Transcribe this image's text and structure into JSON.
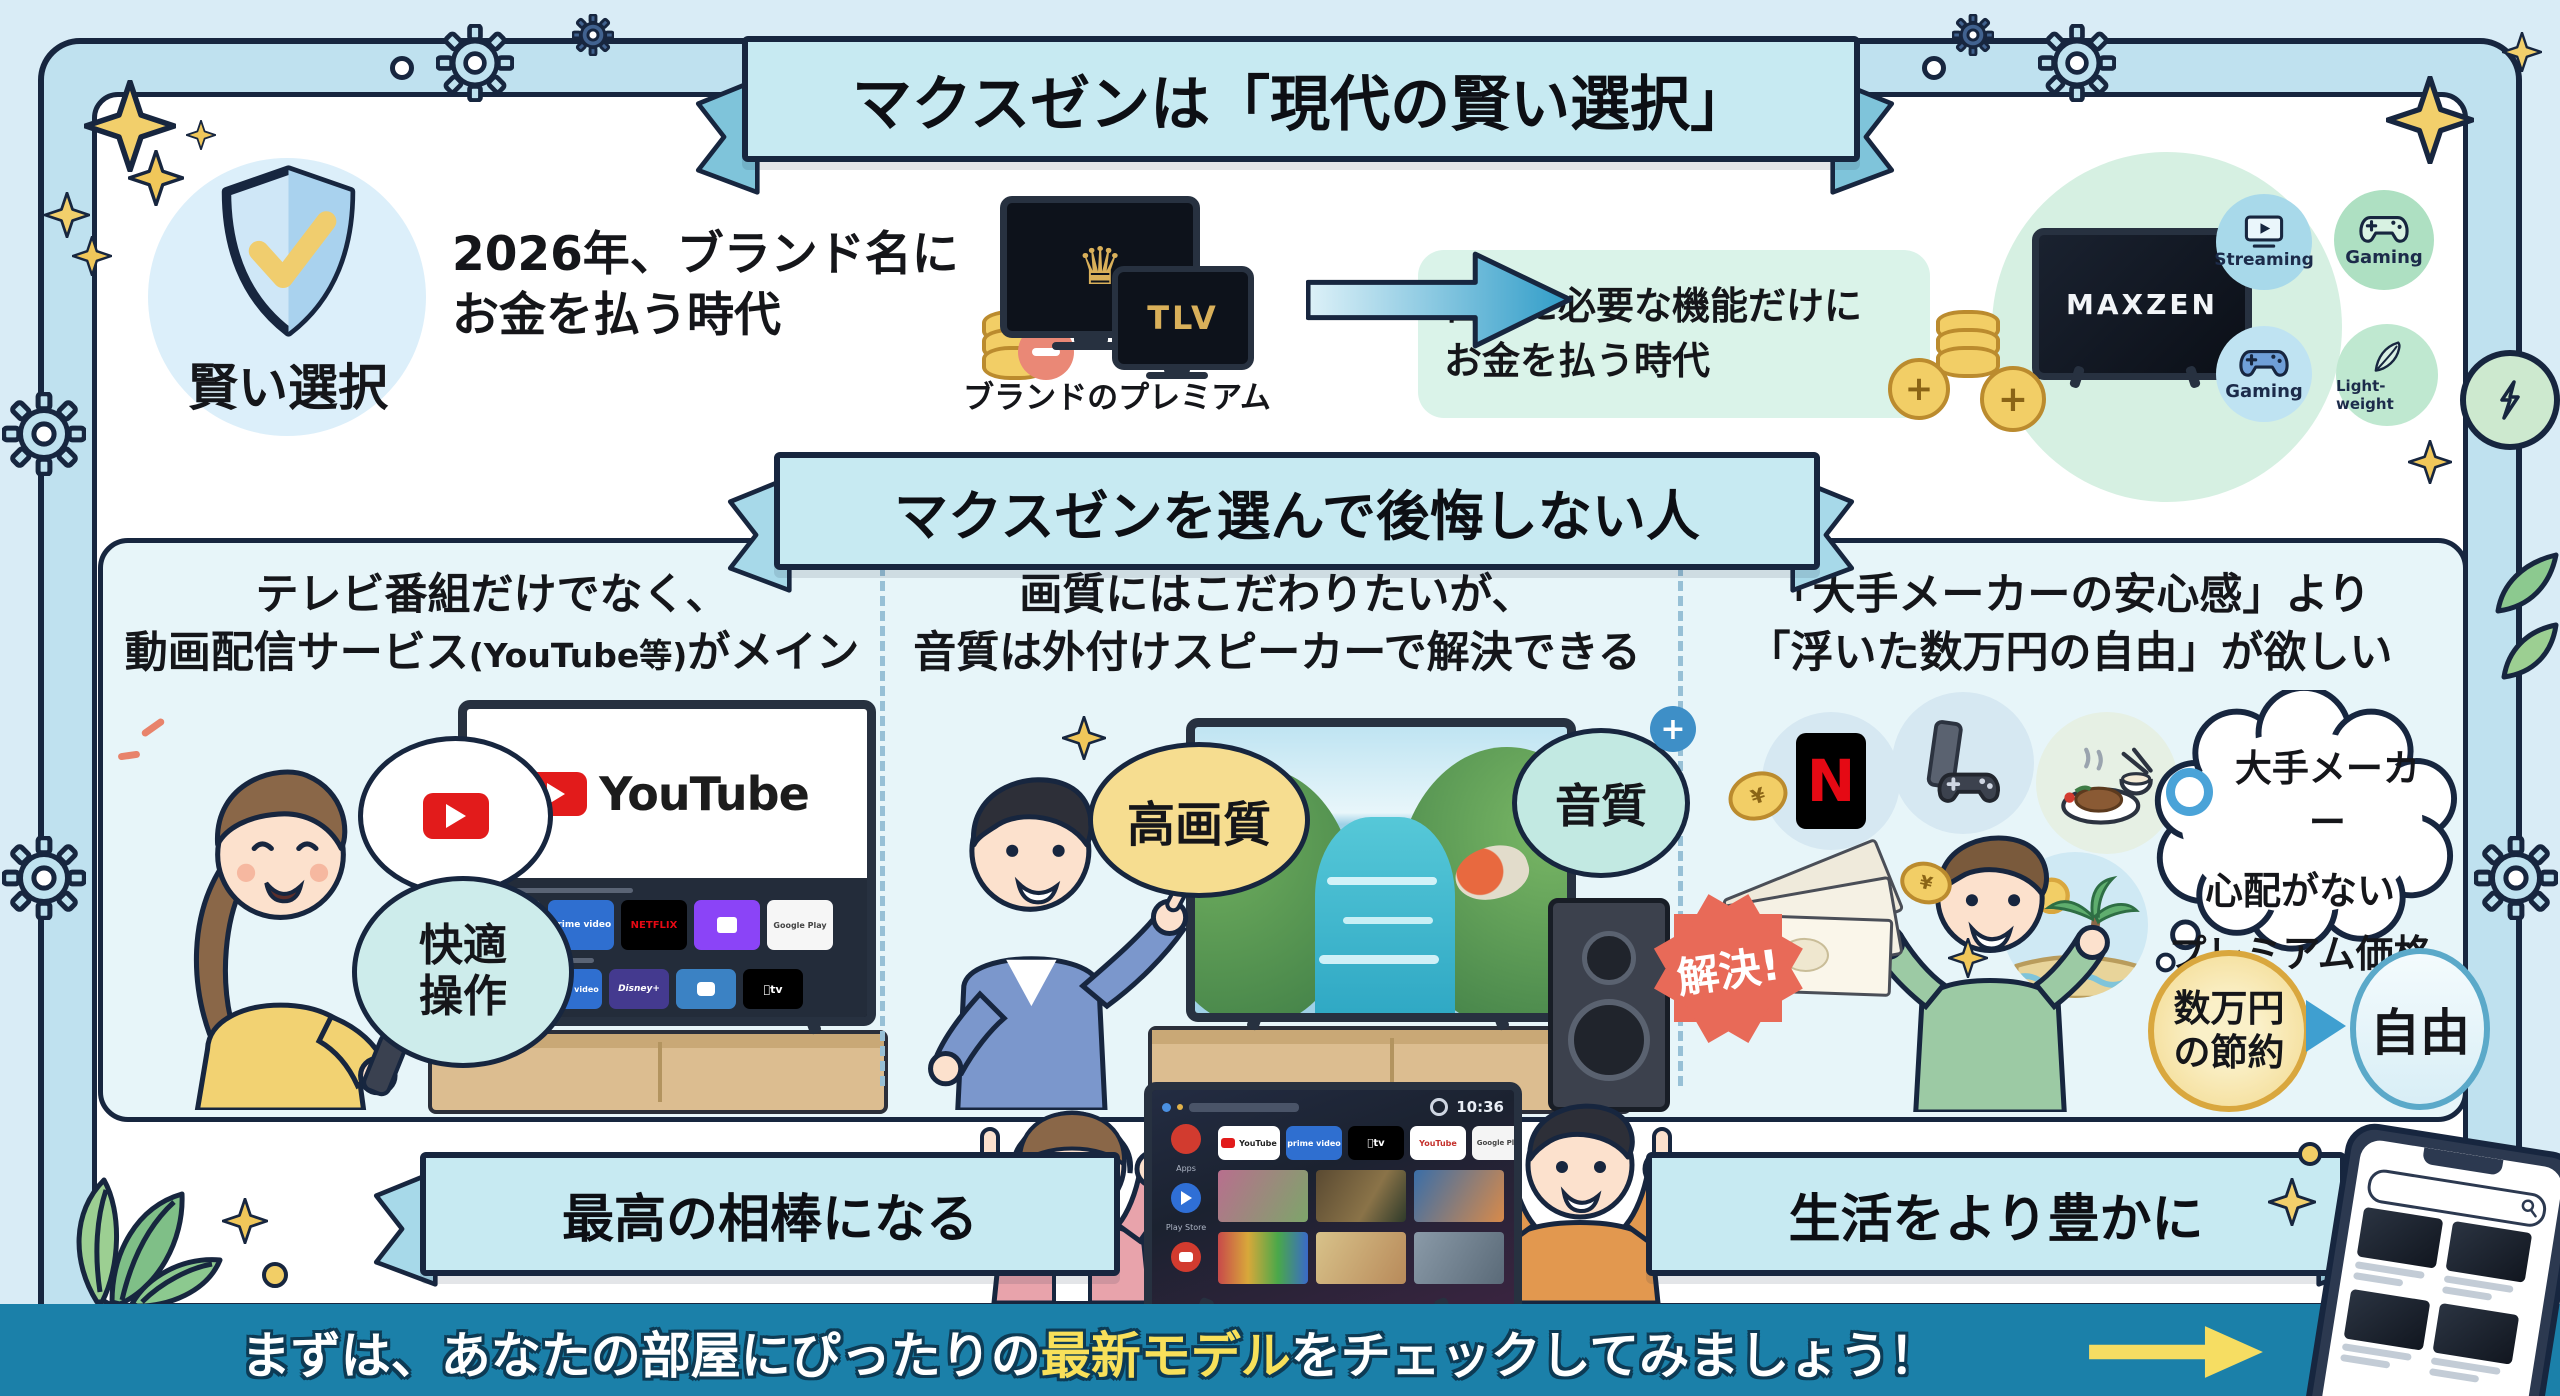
{
  "colors": {
    "frame_bg": "#d9ecf6",
    "band_fill": "#bfe1ef",
    "navy": "#17263f",
    "banner_fill": "#c7eaf2",
    "mint_box": "#daf3e9",
    "panel_bg": "#e7f5f9",
    "bottom_bar": "#1b80a9",
    "highlight_yellow": "#f8e05a",
    "gold": "#f2ce66",
    "badge_red": "#e86a58",
    "youtube_red": "#e21b1b",
    "leaf_green": "#8cc98f"
  },
  "header": {
    "title": "マクスゼンは「現代の賢い選択」"
  },
  "intro": {
    "shield_label": "賢い選択",
    "old_era_line1": "2026年、ブランド名に",
    "old_era_line2": "お金を払う時代",
    "brand_tv_label": "TLV",
    "brand_caption": "ブランドのプレミアム",
    "new_era_line1": "自分に必要な機能だけに",
    "new_era_line2": "お金を払う時代",
    "maxzen_logo": "MAXZEN",
    "badges": [
      {
        "label": "Streaming"
      },
      {
        "label": "Gaming"
      },
      {
        "label": "Gaming"
      },
      {
        "label": "Light-weight"
      }
    ]
  },
  "personas_banner": "マクスゼンを選んで後悔しない人",
  "persona1": {
    "headline1": "テレビ番組だけでなく、",
    "headline2a": "動画配信サービス",
    "headline2b": "(YouTube等)",
    "headline2c": "がメイン",
    "comfort1": "快適",
    "comfort2": "操作",
    "tv_logo": "YouTube",
    "apps1": [
      "YouTube",
      "prime video",
      "NETFLIX",
      "Twitch",
      "Google Play"
    ],
    "apps2": [
      "prime video",
      "Disney+",
      "tv"
    ]
  },
  "persona2": {
    "headline1": "画質にはこだわりたいが、",
    "headline2": "音質は外付けスピーカーで解決できる",
    "quality_bubble": "高画質",
    "sound_bubble": "音質",
    "plus": "+",
    "solved_badge": "解決!"
  },
  "persona3": {
    "headline1": "「大手メーカーの安心感」より",
    "headline2": "「浮いた数万円の自由」が欲しい",
    "thought1": "大手メーカー",
    "thought2": "心配がない",
    "thought3": "プレミアム価格",
    "netflix_n": "N",
    "yen": "¥",
    "saving1": "数万円",
    "saving2": "の節約",
    "freedom": "自由"
  },
  "conclusion": {
    "left_banner": "最高の相棒になる",
    "right_banner": "生活をより豊かに",
    "tv_time": "10:36",
    "rail": [
      "Apps",
      "Play Store"
    ],
    "apps": [
      "YouTube",
      "prime video",
      "tv",
      "YouTube",
      "Google Play"
    ]
  },
  "cta": {
    "pre": "まずは、あなたの部屋にぴったりの",
    "highlight": "最新モデル",
    "post": "をチェックしてみましょう！"
  }
}
